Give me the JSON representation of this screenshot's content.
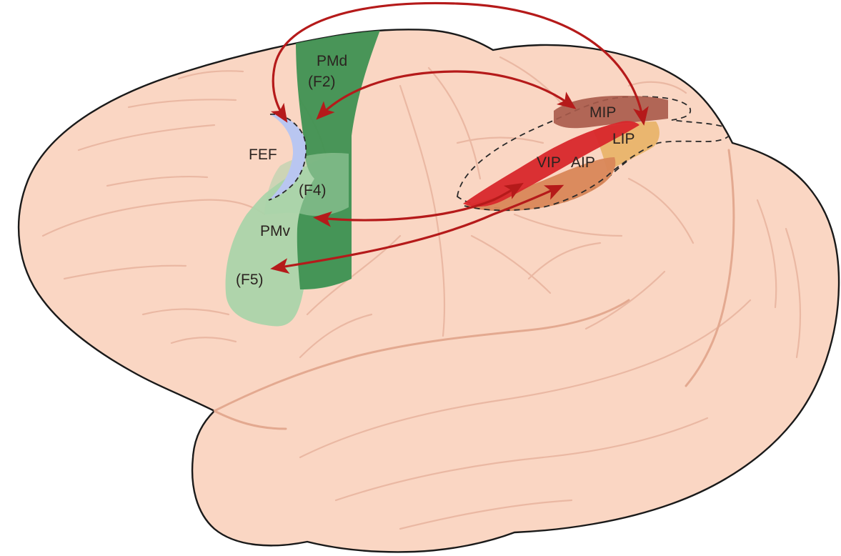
{
  "labels": {
    "pmd": "PMd",
    "f2": "(F2)",
    "fef": "FEF",
    "f4": "(F4)",
    "pmv": "PMv",
    "f5": "(F5)",
    "mip": "MIP",
    "lip": "LIP",
    "vip": "VIP",
    "aip": "AIP"
  },
  "colors": {
    "cortex": "#fad6c3",
    "cortex_outline": "#1a1a1a",
    "sulcus": "#eab8a3",
    "pmd_green": "#3f9152",
    "pmv_green": "#a8d4a9",
    "fef_blue": "#b9c6f1",
    "mip_brown": "#a85a4a",
    "lip_orange": "#e9b46a",
    "vip_red": "#d8272b",
    "aip_orange": "#d98758",
    "arrow": "#b51a1a"
  }
}
